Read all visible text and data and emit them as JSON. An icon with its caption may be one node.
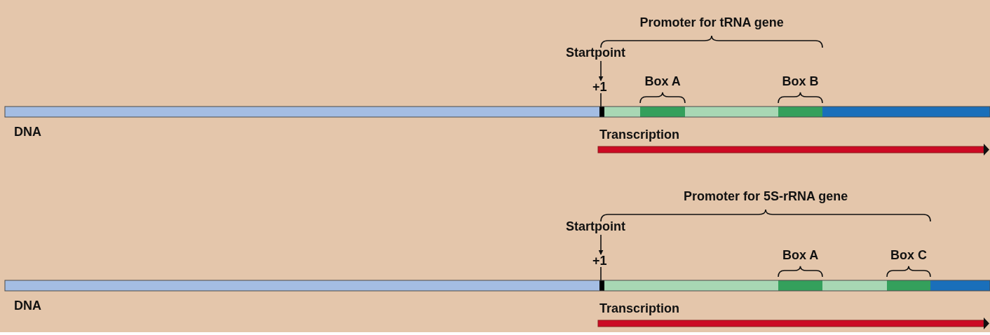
{
  "diagram": {
    "nodes": [
      {
        "text": [
          "Startpoint"
        ]
      },
      {
        "text": [
          "+1"
        ]
      },
      {
        "text": [
          "Startpoint"
        ]
      },
      {
        "text": [
          "+1"
        ]
      }
    ],
    "edges": [
      {
        "from": 0,
        "to": 1,
        "arrow": "to"
      },
      {
        "from": 2,
        "to": 3,
        "arrow": "to"
      }
    ],
    "labels": [
      "Promoter for tRNA gene",
      "Box A",
      "Box B",
      "DNA",
      "Transcription",
      "Promoter for 5S-rRNA gene",
      "Box A",
      "Box C",
      "DNA",
      "Transcription"
    ]
  }
}
